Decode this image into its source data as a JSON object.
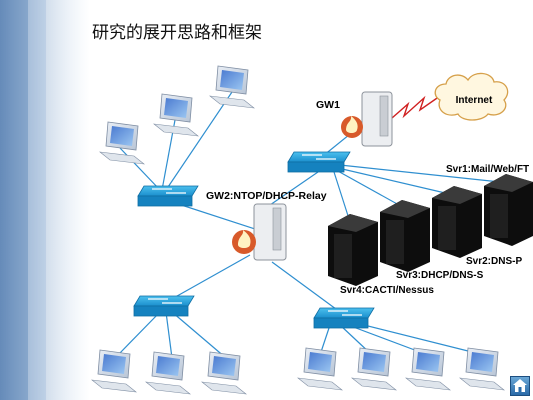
{
  "slide": {
    "title": "研究的展开思路和框架"
  },
  "diagram": {
    "labels": {
      "gw1": "GW1",
      "internet": "Internet",
      "gw2": "GW2:NTOP/DHCP-Relay",
      "svr1": "Svr1:Mail/Web/FT",
      "svr2": "Svr2:DNS-P",
      "svr3": "Svr3:DHCP/DNS-S",
      "svr4": "Svr4:CACTI/Nessus"
    }
  },
  "colors": {
    "switch": "#1f9ad6",
    "link": "#2f8fd0",
    "firewall": "#d85a2a",
    "server": "#1c1c1c",
    "internet_link": "#d02020",
    "left_panel": "#2d66a8"
  },
  "icons": {
    "home": "home-icon"
  }
}
